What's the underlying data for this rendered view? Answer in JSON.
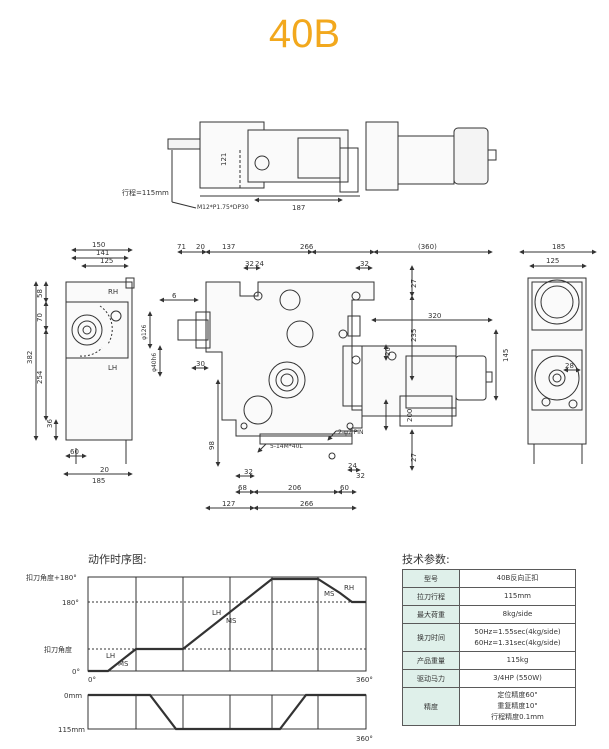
{
  "title": "40B",
  "top_view": {
    "dims": {
      "d121": "121",
      "d187": "187",
      "stroke": "行程=115mm",
      "thread": "M12*P1.75*DP30"
    }
  },
  "front_view": {
    "dims": {
      "d150": "150",
      "d141": "141",
      "d125": "125",
      "d58": "58",
      "d70": "70",
      "d382": "382",
      "d254": "254",
      "d36": "36",
      "d60": "60",
      "d20": "20",
      "d185": "185",
      "rh": "RH",
      "lh": "LH"
    }
  },
  "main_view": {
    "dims": {
      "d71": "71",
      "d20": "20",
      "d137": "137",
      "d266": "266",
      "d360": "(360)",
      "d32a": "32",
      "d24": "24",
      "d32b": "32",
      "d27a": "27",
      "d6": "6",
      "phi126": "φ126",
      "phi40h6": "φ40h6",
      "d30": "30",
      "d320": "320",
      "d235": "235",
      "d145": "145",
      "d20b": "20",
      "d200": "200",
      "d27b": "27",
      "pin": "2-φ7 PIN",
      "bolt": "5-14M*40L",
      "d98": "98",
      "d32c": "32",
      "d24b": "24",
      "d32d": "32",
      "d68": "68",
      "d206": "206",
      "d60": "60",
      "d127": "127",
      "d266b": "266"
    }
  },
  "side_view": {
    "dims": {
      "d185": "185",
      "d125": "125",
      "d28": "28"
    }
  },
  "timing": {
    "title": "动作时序图:",
    "labels": {
      "clamp_plus": "扣刀角度+180°",
      "deg180": "180°",
      "clamp": "扣刀角度",
      "deg0": "0°",
      "start": "0°",
      "end": "360°",
      "mm0": "0mm",
      "mm115": "115mm",
      "end2": "360°",
      "lh1": "LH",
      "ms1": "MS",
      "lh2": "LH",
      "ms2": "MS",
      "ms3": "MS",
      "rh": "RH"
    }
  },
  "specs": {
    "title": "技术参数:",
    "rows": [
      {
        "key": "型号",
        "value": "40B反向正扣"
      },
      {
        "key": "拉刀行程",
        "value": "115mm"
      },
      {
        "key": "最大荷重",
        "value": "8kg/side"
      },
      {
        "key": "换刀时间",
        "value": "50Hz=1.55sec(4kg/side)\n60Hz=1.31sec(4kg/side)"
      },
      {
        "key": "产品重量",
        "value": "115kg"
      },
      {
        "key": "驱动马力",
        "value": "3/4HP (550W)"
      },
      {
        "key": "精度",
        "value": "定位精度60\"\n重复精度10\"\n行程精度0.1mm"
      }
    ]
  }
}
